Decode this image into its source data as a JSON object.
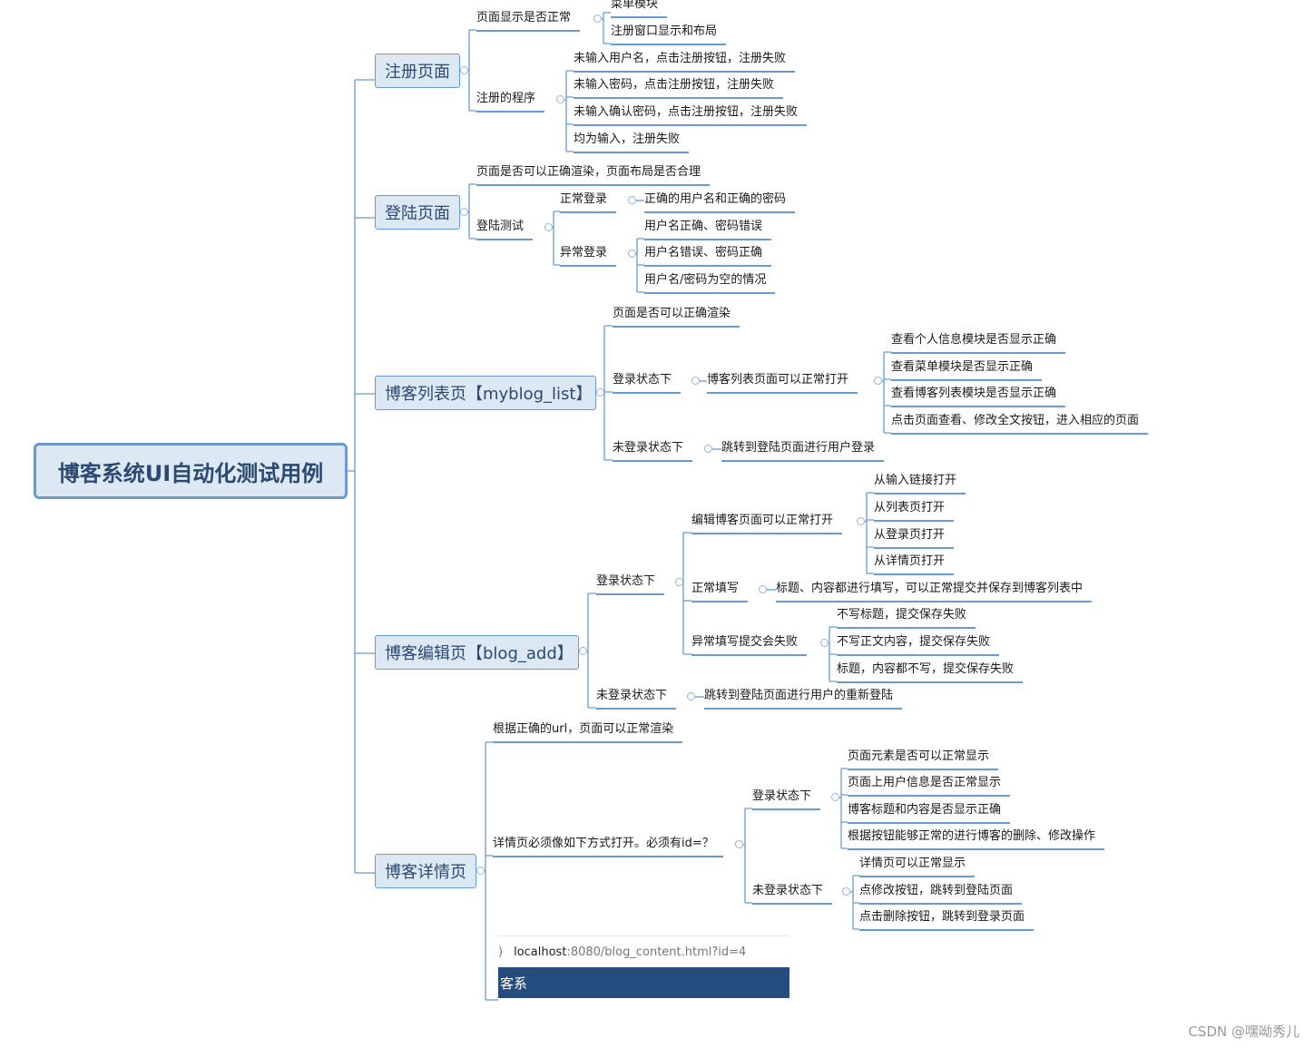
{
  "root": {
    "label": "博客系统UI自动化测试用例"
  },
  "topics": {
    "register": "注册页面",
    "login": "登陆页面",
    "list": "博客列表页【myblog_list】",
    "edit": "博客编辑页【blog_add】",
    "detail": "博客详情页"
  },
  "reg": {
    "display": "页面显示是否正常",
    "menu": "菜单模块",
    "window": "注册窗口显示和布局",
    "proc": "注册的程序",
    "p1": "未输入用户名，点击注册按钮，注册失败",
    "p2": "未输入密码，点击注册按钮，注册失败",
    "p3": "未输入确认密码，点击注册按钮，注册失败",
    "p4": "均为输入，注册失败"
  },
  "login": {
    "render": "页面是否可以正确渲染，页面布局是否合理",
    "test": "登陆测试",
    "normal": "正常登录",
    "normal_case": "正确的用户名和正确的密码",
    "abnormal": "异常登录",
    "a1": "用户名正确、密码错误",
    "a2": "用户名错误、密码正确",
    "a3": "用户名/密码为空的情况"
  },
  "list": {
    "render": "页面是否可以正确渲染",
    "logged": "登录状态下",
    "open": "博客列表页面可以正常打开",
    "c1": "查看个人信息模块是否显示正确",
    "c2": "查看菜单模块是否显示正确",
    "c3": "查看博客列表模块是否显示正确",
    "c4": "点击页面查看、修改全文按钮，进入相应的页面",
    "notlogged": "未登录状态下",
    "redirect": "跳转到登陆页面进行用户登录"
  },
  "edit": {
    "logged": "登录状态下",
    "open": "编辑博客页面可以正常打开",
    "o1": "从输入链接打开",
    "o2": "从列表页打开",
    "o3": "从登录页打开",
    "o4": "从详情页打开",
    "normal": "正常填写",
    "normal_case": "标题、内容都进行填写，可以正常提交并保存到博客列表中",
    "abnormal": "异常填写提交会失败",
    "a1": "不写标题，提交保存失败",
    "a2": "不写正文内容，提交保存失败",
    "a3": "标题，内容都不写，提交保存失败",
    "notlogged": "未登录状态下",
    "redirect": "跳转到登陆页面进行用户的重新登陆"
  },
  "detail": {
    "url": "根据正确的url，页面可以正常渲染",
    "must": "详情页必须像如下方式打开。必须有id=？",
    "logged": "登录状态下",
    "l1": "页面元素是否可以正常显示",
    "l2": "页面上用户信息是否正常显示",
    "l3": "博客标题和内容是否显示正确",
    "l4": "根据按钮能够正常的进行博客的删除、修改操作",
    "notlogged": "未登录状态下",
    "n1": "详情页可以正常显示",
    "n2": "点修改按钮，跳转到登陆页面",
    "n3": "点击删除按钮，跳转到登录页面"
  },
  "screenshot": {
    "reload": ")",
    "host": "localhost",
    "path": ":8080/blog_content.html?id=4",
    "title": "客系"
  },
  "watermark": "CSDN @嘿呦秀儿"
}
